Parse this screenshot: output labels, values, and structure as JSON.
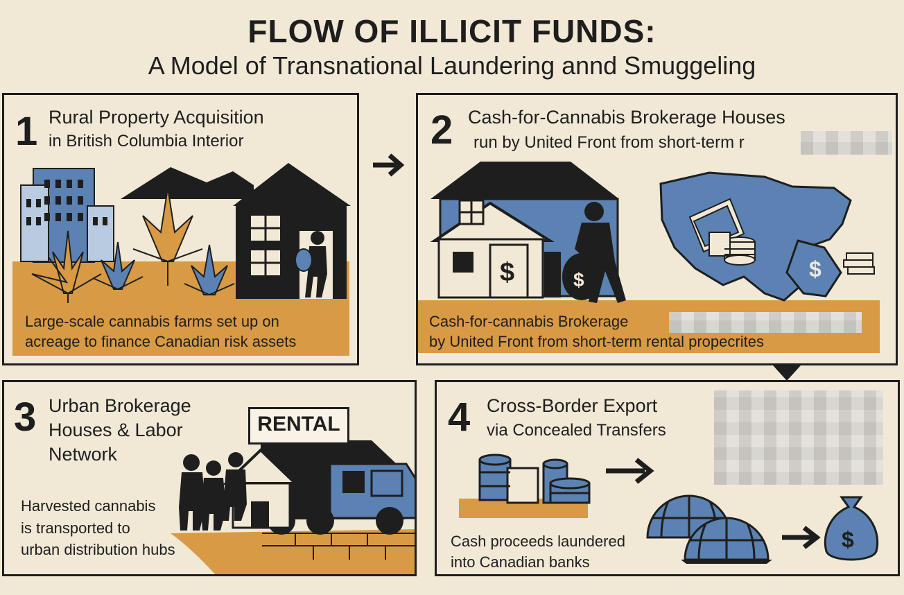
{
  "header": {
    "title": "FLOW OF ILLICIT FUNDS:",
    "subtitle": "A Model of Transnational Laundering annd Smuggeling"
  },
  "panels": [
    {
      "number": "1",
      "heading_line1": "Rural Property Acquisition",
      "heading_line2": "in British Columbia Interior",
      "caption_line1": "Large-scale cannabis farms set up on",
      "caption_line2": "acreage to finance Canadian risk assets"
    },
    {
      "number": "2",
      "heading_line1": "Cash-for-Cannabis Brokerage Houses",
      "heading_line2": "run by United Front from short-term r",
      "caption_line1": "Cash-for-cannabis Brokerage",
      "caption_line2": "by United Front from short-term rental propecrites"
    },
    {
      "number": "3",
      "heading_line1": "Urban Brokerage",
      "heading_line2": "Houses & Labor",
      "heading_line3": "Network",
      "sign": "RENTAL",
      "caption_line1": "Harvested cannabis",
      "caption_line2": "is transported to",
      "caption_line3": "urban distribution hubs"
    },
    {
      "number": "4",
      "heading_line1": "Cross-Border Export",
      "heading_line2": "via Concealed Transfers",
      "caption_line1": "Cash proceeds laundered",
      "caption_line2": "into Canadian banks"
    }
  ],
  "icons": {
    "dollar": "$",
    "flow_arrow": "arrow-right-icon",
    "down_arrow": "arrow-down-icon"
  },
  "colors": {
    "background": "#f1e9d6",
    "ink": "#1e1e1e",
    "blue": "#5b82b3",
    "ochre": "#d89a44"
  }
}
